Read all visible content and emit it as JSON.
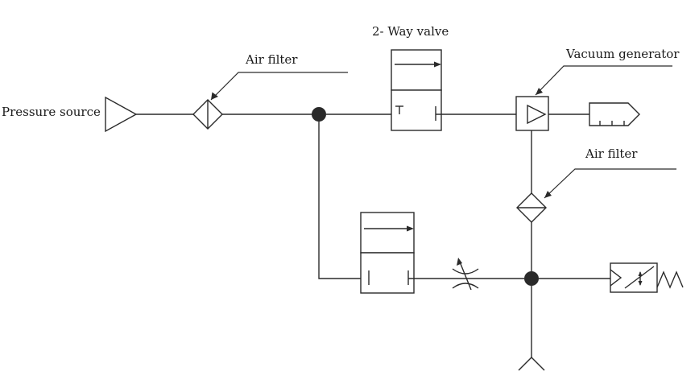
{
  "labels": {
    "pressure_source": "Pressure source",
    "air_filter_top": "Air filter",
    "two_way_valve": "2- Way valve",
    "vacuum_generator": "Vacuum generator",
    "air_filter_right": "Air filter"
  },
  "colors": {
    "line": "#2a2a2a",
    "background": "#ffffff"
  }
}
